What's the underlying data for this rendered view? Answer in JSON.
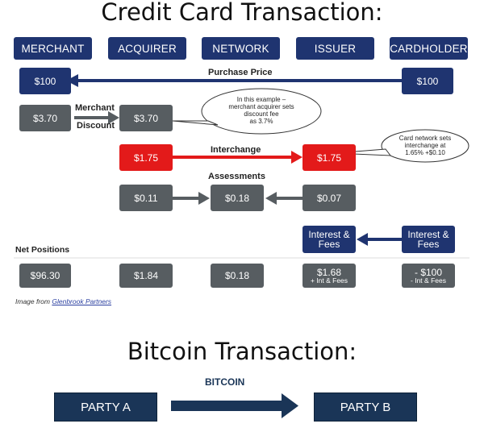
{
  "titles": {
    "credit": "Credit Card Transaction:",
    "bitcoin": "Bitcoin Transaction:"
  },
  "headers": [
    "MERCHANT",
    "ACQUIRER",
    "NETWORK",
    "ISSUER",
    "CARDHOLDER"
  ],
  "purchase": {
    "label": "Purchase Price",
    "merchant": "$100",
    "cardholder": "$100"
  },
  "discount": {
    "label_top": "Merchant",
    "label_bottom": "Discount",
    "merchant": "$3.70",
    "acquirer": "$3.70",
    "note": [
      "In this example –",
      "merchant acquirer sets",
      "discount fee",
      "as 3.7%"
    ]
  },
  "interchange": {
    "label": "Interchange",
    "acquirer": "$1.75",
    "issuer": "$1.75",
    "note": [
      "Card network sets",
      "interchange at",
      "1.65% +$0.10"
    ]
  },
  "assessments": {
    "label": "Assessments",
    "acquirer": "$0.11",
    "network": "$0.18",
    "issuer": "$0.07"
  },
  "interest": {
    "issuer": [
      "Interest &",
      "Fees"
    ],
    "cardholder": [
      "Interest &",
      "Fees"
    ]
  },
  "net_positions": {
    "label": "Net Positions",
    "values": [
      {
        "main": "$96.30",
        "sub": ""
      },
      {
        "main": "$1.84",
        "sub": ""
      },
      {
        "main": "$0.18",
        "sub": ""
      },
      {
        "main": "$1.68",
        "sub": "+ Int & Fees"
      },
      {
        "main": "- $100",
        "sub": "- Int & Fees"
      }
    ]
  },
  "credit_line": {
    "prefix": "Image from ",
    "link": "Glenbrook Partners"
  },
  "bitcoin": {
    "label": "BITCOIN",
    "party_a": "PARTY A",
    "party_b": "PARTY B"
  },
  "colors": {
    "navy": "#1f3470",
    "gray": "#575d61",
    "red": "#e31a1a",
    "bitcoin_box": "#1a3557"
  }
}
